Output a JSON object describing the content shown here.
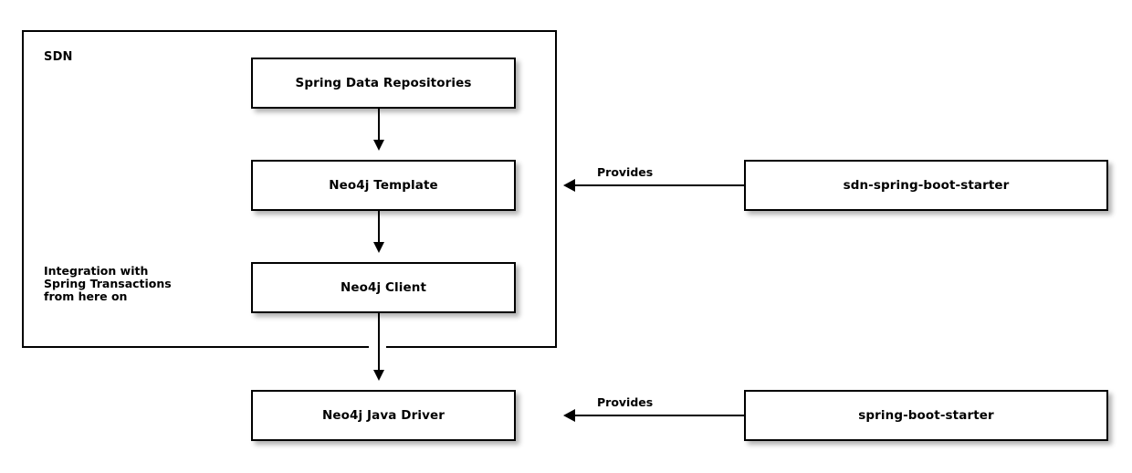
{
  "diagram": {
    "title_label": "SDN",
    "annotation": {
      "line1": "Integration with",
      "line2": "Spring Transactions",
      "line3": "from here on"
    },
    "nodes": [
      {
        "id": "spring-data-repositories",
        "label": "Spring Data Repositories"
      },
      {
        "id": "neo4j-template",
        "label": "Neo4j Template"
      },
      {
        "id": "neo4j-client",
        "label": "Neo4j Client"
      },
      {
        "id": "neo4j-java-driver",
        "label": "Neo4j Java Driver"
      },
      {
        "id": "sdn-spring-boot-starter",
        "label": "sdn-spring-boot-starter"
      },
      {
        "id": "spring-boot-starter",
        "label": "spring-boot-starter"
      }
    ],
    "edges": [
      {
        "from": "spring-data-repositories",
        "to": "neo4j-template",
        "label": ""
      },
      {
        "from": "neo4j-template",
        "to": "neo4j-client",
        "label": ""
      },
      {
        "from": "neo4j-client",
        "to": "neo4j-java-driver",
        "label": ""
      },
      {
        "from": "sdn-spring-boot-starter",
        "to": "neo4j-template",
        "label": "Provides"
      },
      {
        "from": "spring-boot-starter",
        "to": "neo4j-java-driver",
        "label": "Provides"
      }
    ],
    "edge_labels": {
      "provides_upper": "Provides",
      "provides_lower": "Provides"
    },
    "colors": {
      "background": "#ffffff",
      "stroke": "#000000",
      "node_fill": "#ffffff",
      "text": "#000000"
    }
  }
}
